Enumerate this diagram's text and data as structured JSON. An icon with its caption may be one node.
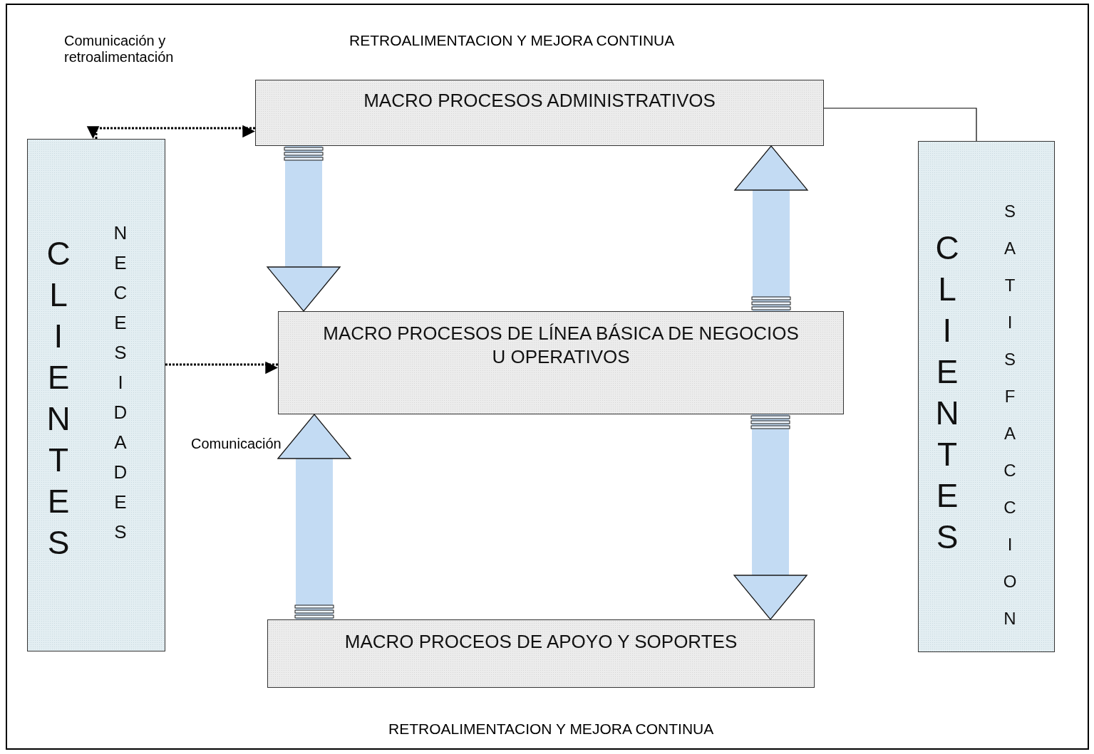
{
  "diagram": {
    "nodes": [
      {
        "text": [
          "CLIENTES",
          "NECESIDADES"
        ]
      },
      {
        "text": [
          "MACRO PROCESOS ADMINISTRATIVOS"
        ]
      },
      {
        "text": [
          "MACRO PROCESOS DE LÍNEA BÁSICA DE NEGOCIOS U OPERATIVOS"
        ]
      },
      {
        "text": [
          "MACRO PROCEOS DE APOYO Y SOPORTES"
        ]
      },
      {
        "text": [
          "CLIENTES",
          "SATISFACCION"
        ]
      }
    ],
    "edges": [
      {
        "from": 0,
        "to": 1,
        "arrow": "both",
        "style": "dashed",
        "color": "#000000",
        "label": "Comunicación y retroalimentación"
      },
      {
        "from": 0,
        "to": 2,
        "arrow": "to",
        "style": "dashed",
        "color": "#000000"
      },
      {
        "from": 1,
        "to": 4,
        "arrow": "none",
        "color": "#000000"
      },
      {
        "from": 1,
        "to": 2,
        "arrow": "to"
      },
      {
        "from": 2,
        "to": 1,
        "arrow": "to"
      },
      {
        "from": 3,
        "to": 2,
        "arrow": "to"
      },
      {
        "from": 2,
        "to": 3,
        "arrow": "to"
      }
    ],
    "labels": [
      "RETROALIMENTACION Y MEJORA CONTINUA",
      "Comunicación",
      "RETROALIMENTACION Y MEJORA CONTINUA"
    ]
  }
}
